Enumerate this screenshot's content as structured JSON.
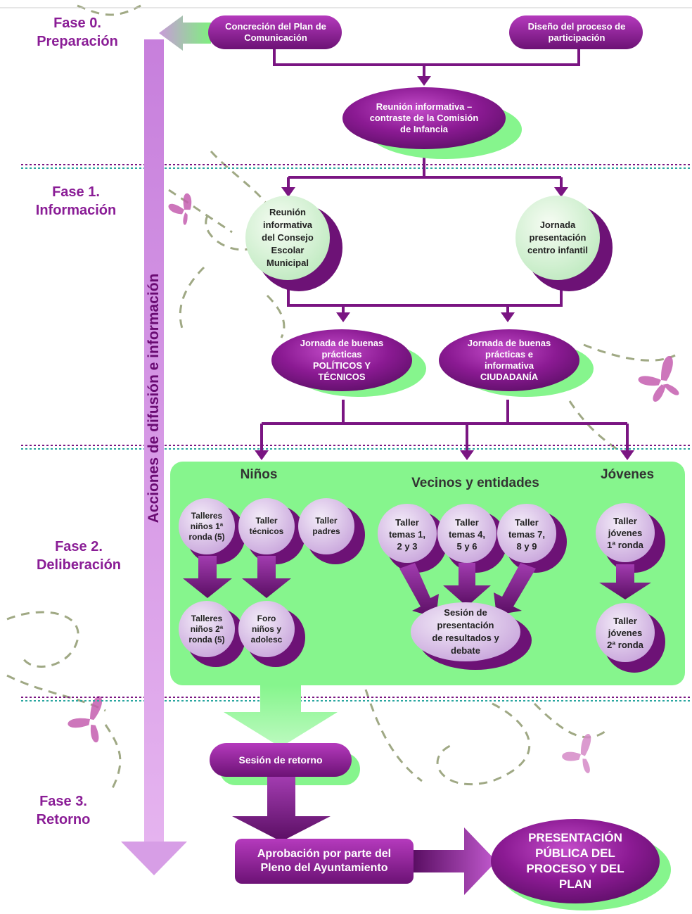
{
  "phases": {
    "p0": [
      "Fase 0.",
      "Preparación"
    ],
    "p1": [
      "Fase 1.",
      "Información"
    ],
    "p2": [
      "Fase 2.",
      "Deliberación"
    ],
    "p3": [
      "Fase 3.",
      "Retorno"
    ]
  },
  "side_arrow_label": "Acciones de difusión e información",
  "nodes": {
    "plan": [
      "Concreción del Plan de",
      "Comunicación"
    ],
    "diseno": [
      "Diseño del proceso de",
      "participación"
    ],
    "reunion_info": [
      "Reunión informativa –",
      "contraste de la Comisión",
      "de Infancia"
    ],
    "consejo": [
      "Reunión",
      "informativa",
      "del Consejo",
      "Escolar",
      "Municipal"
    ],
    "centro": [
      "Jornada",
      "presentación",
      "centro infantil"
    ],
    "politicos": [
      "Jornada de buenas",
      "prácticas",
      "POLÍTICOS Y",
      "TÉCNICOS"
    ],
    "ciudadania": [
      "Jornada de buenas",
      "prácticas e",
      "informativa",
      "CIUDADANÍA"
    ],
    "ninos1": [
      "Talleres",
      "niños 1ª",
      "ronda (5)"
    ],
    "tecnicos": [
      "Taller",
      "técnicos"
    ],
    "padres": [
      "Taller",
      "padres"
    ],
    "ninos2": [
      "Talleres",
      "niños 2ª",
      "ronda (5)"
    ],
    "foro": [
      "Foro",
      "niños y",
      "adolesc"
    ],
    "temas1": [
      "Taller",
      "temas 1,",
      "2 y 3"
    ],
    "temas4": [
      "Taller",
      "temas 4,",
      "5 y 6"
    ],
    "temas7": [
      "Taller",
      "temas 7,",
      "8 y 9"
    ],
    "sesion_res": [
      "Sesión de",
      "presentación",
      "de resultados y",
      "debate"
    ],
    "jovenes1": [
      "Taller",
      "jóvenes",
      "1ª ronda"
    ],
    "jovenes2": [
      "Taller",
      "jóvenes",
      "2ª ronda"
    ],
    "retorno": [
      "Sesión de retorno"
    ],
    "aprobacion": [
      "Aprobación por parte del",
      "Pleno del Ayuntamiento"
    ],
    "presentacion": [
      "PRESENTACIÓN",
      "PÚBLICA DEL",
      "PROCESO Y DEL",
      "PLAN"
    ]
  },
  "groups": {
    "ninos": "Niños",
    "vecinos": "Vecinos y entidades",
    "jovenes": "Jóvenes"
  },
  "colors": {
    "purple": "#7a1582",
    "purple_light": "#c9a3d4",
    "lilac": "#d8c6e6",
    "green": "#86f58d",
    "green_light": "#e6f7e2",
    "phase_text": "#8a1d96",
    "side_arrow": "#d79ee6",
    "butterfly": "#c55fb0"
  }
}
